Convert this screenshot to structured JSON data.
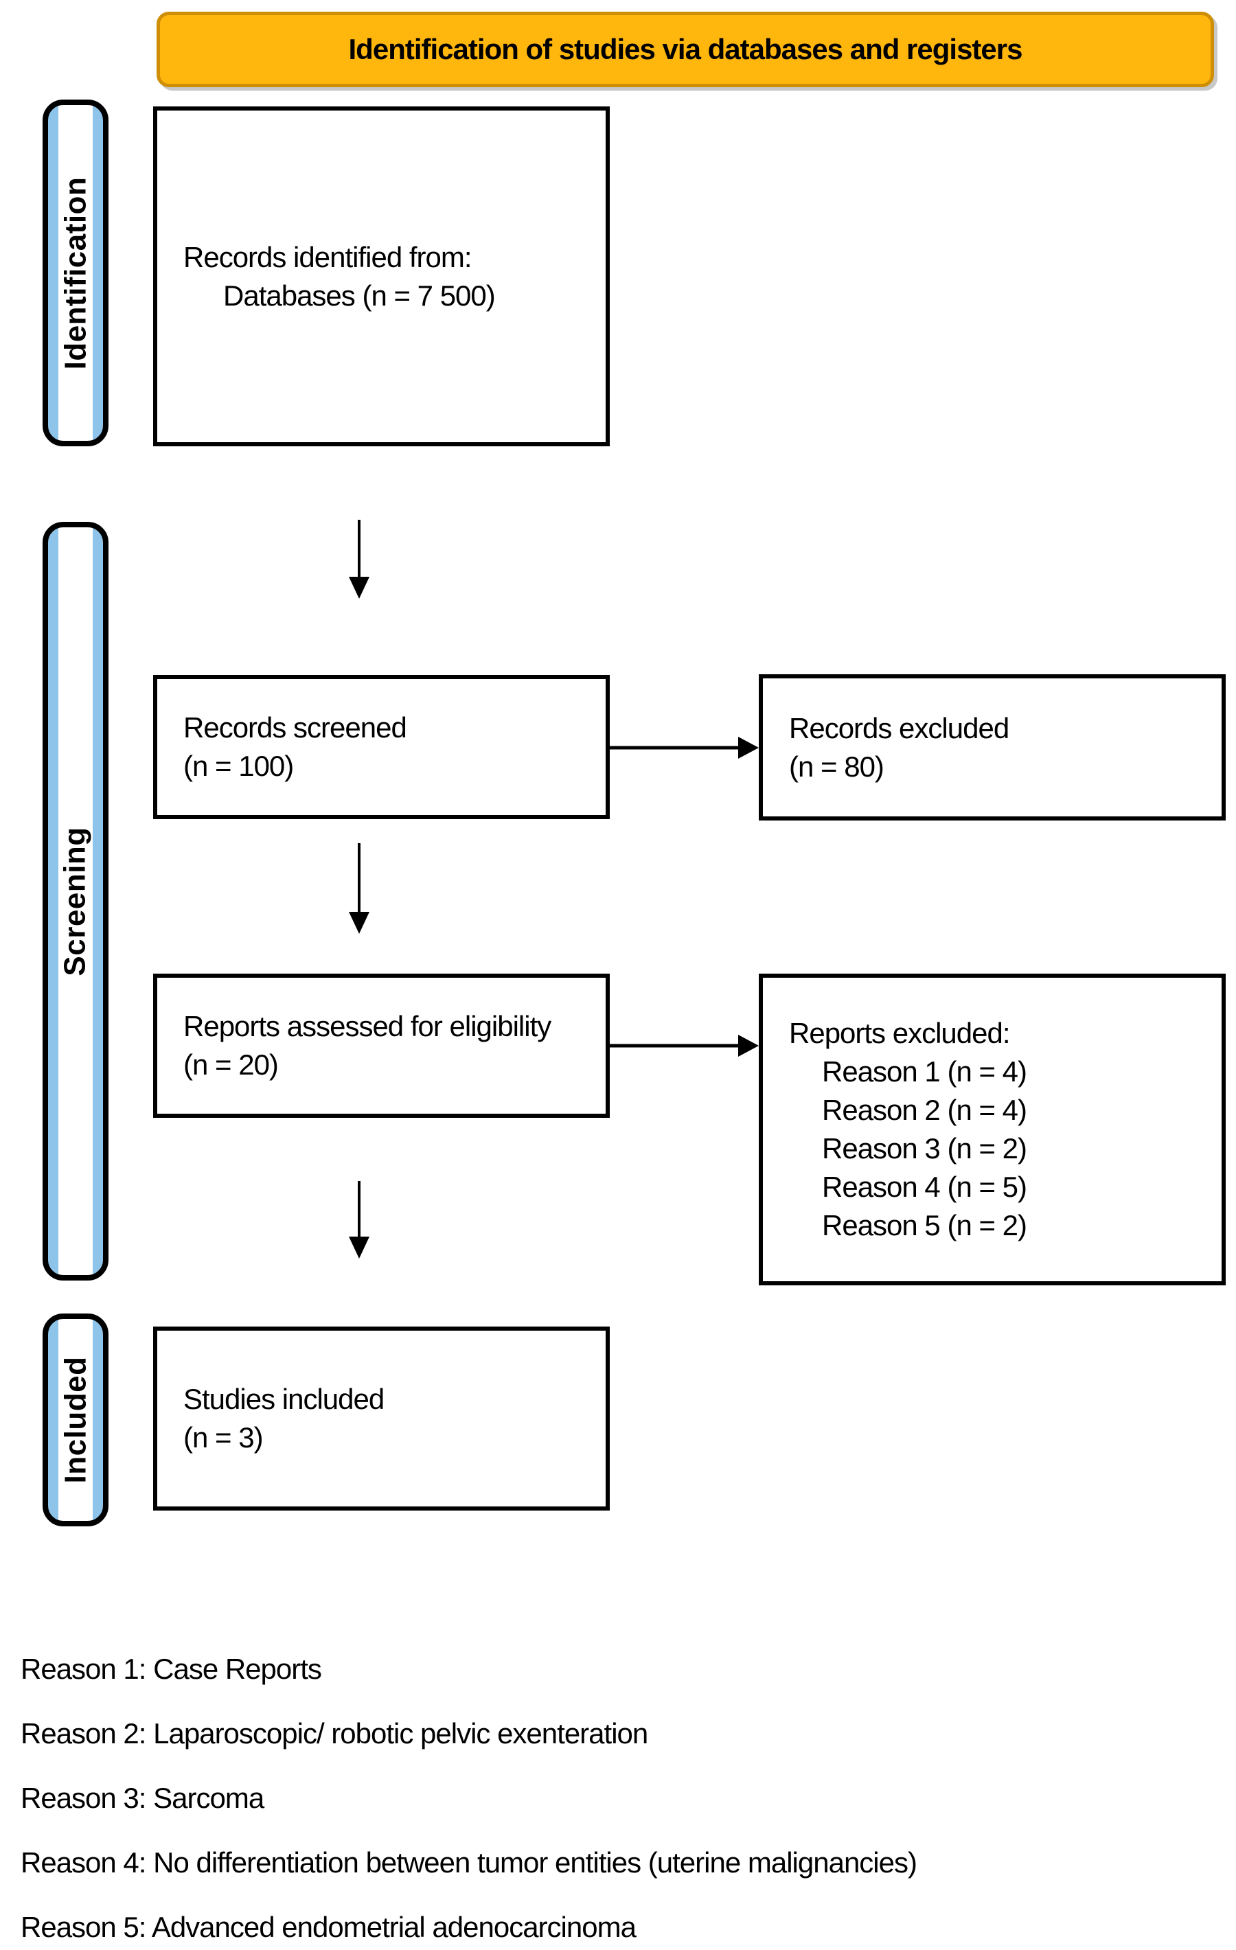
{
  "header": {
    "title": "Identification of studies via databases and registers"
  },
  "stages": [
    {
      "label": "Identification"
    },
    {
      "label": "Screening"
    },
    {
      "label": "Included"
    }
  ],
  "boxes": {
    "records_identified": {
      "line1": "Records identified from:",
      "line2": "Databases (n = 7 500)"
    },
    "records_screened": {
      "line1": "Records screened",
      "line2": "(n = 100)"
    },
    "records_excluded": {
      "line1": "Records excluded",
      "line2": "(n = 80)"
    },
    "reports_assessed": {
      "line1": "Reports assessed for eligibility",
      "line2": "(n = 20)"
    },
    "reports_excluded": {
      "title": "Reports excluded:",
      "reasons": [
        "Reason 1 (n = 4)",
        "Reason 2 (n = 4)",
        "Reason 3 (n = 2)",
        "Reason 4 (n = 5)",
        "Reason 5 (n = 2)"
      ]
    },
    "studies_included": {
      "line1": "Studies included",
      "line2": "(n = 3)"
    }
  },
  "footnotes": [
    "Reason 1: Case Reports",
    "Reason 2: Laparoscopic/ robotic pelvic exenteration",
    "Reason 3: Sarcoma",
    "Reason 4: No differentiation between tumor entities (uterine malignancies)",
    "Reason 5: Advanced endometrial adenocarcinoma"
  ],
  "colors": {
    "banner-fill": "#FFB60D",
    "banner-border": "#CE8E06",
    "stage-blue": "#8EC4E9",
    "box-border": "#000000"
  }
}
